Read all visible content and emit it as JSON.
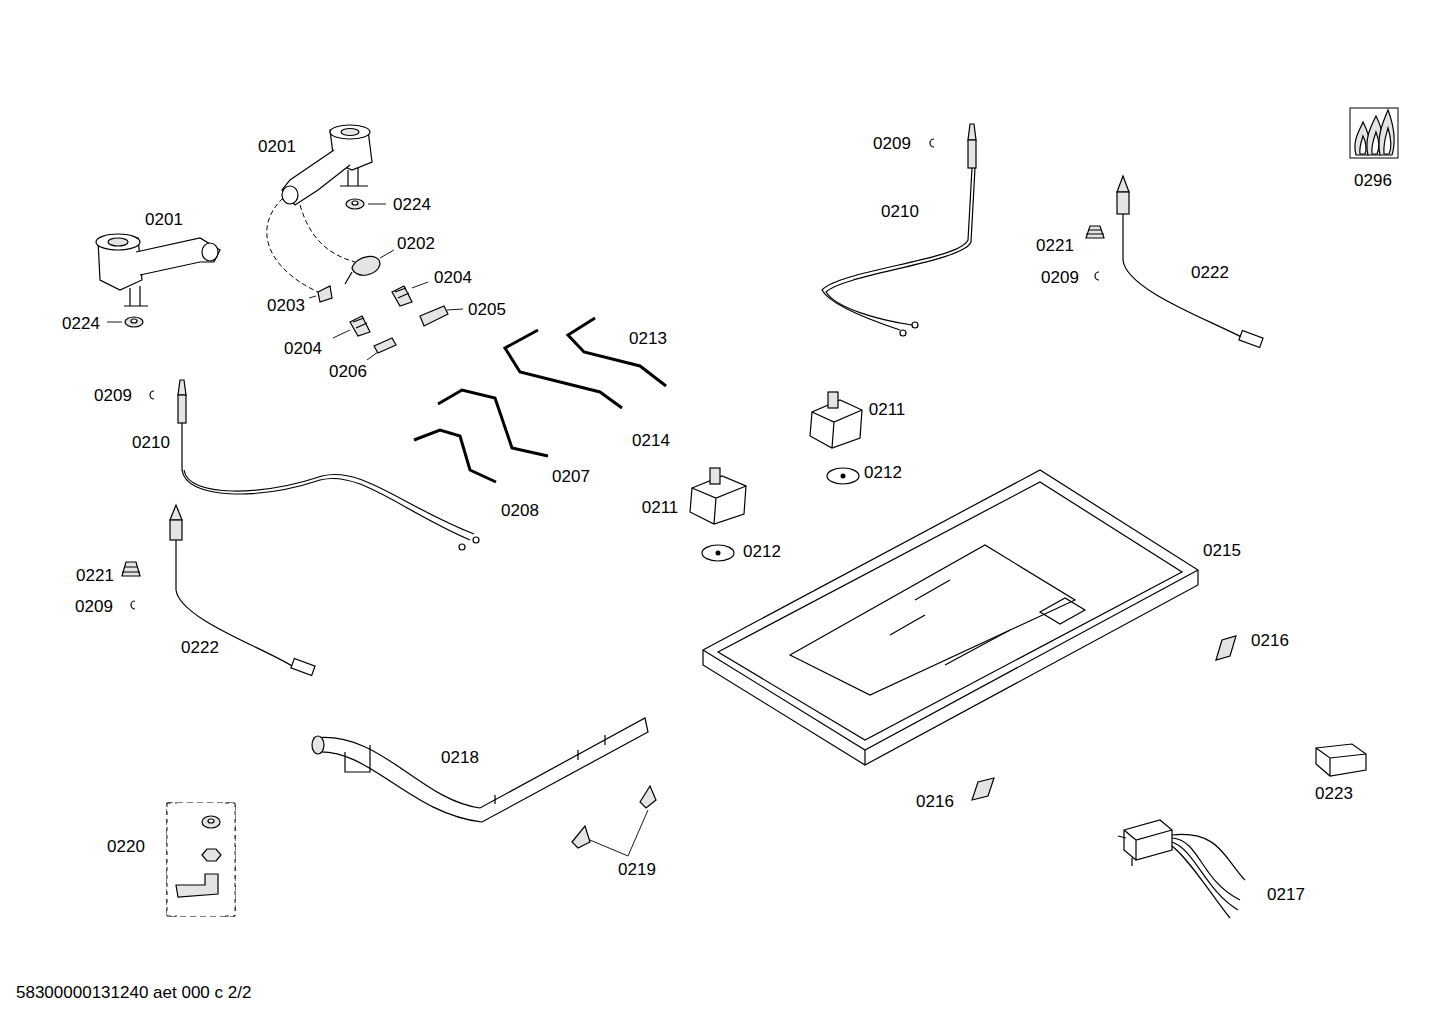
{
  "diagram": {
    "caption": "58300000131240 aet 000 c 2/2",
    "labels": [
      "0201",
      "0201",
      "0224",
      "0202",
      "0204",
      "0203",
      "0205",
      "0224",
      "0204",
      "0213",
      "0206",
      "0209",
      "0210",
      "0214",
      "0207",
      "0208",
      "0221",
      "0209",
      "0222",
      "0218",
      "0220",
      "0219",
      "0209",
      "0210",
      "0221",
      "0209",
      "0222",
      "0296",
      "0211",
      "0212",
      "0211",
      "0212",
      "0215",
      "0216",
      "0216",
      "0223",
      "0217"
    ]
  }
}
